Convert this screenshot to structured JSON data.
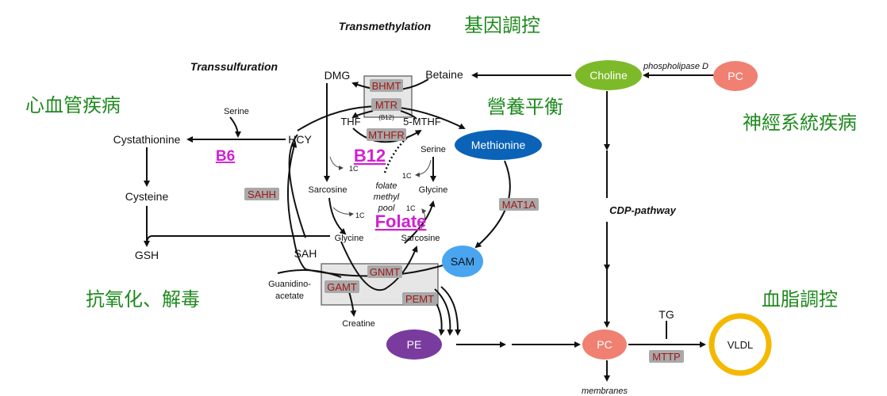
{
  "labels": {
    "transmethylation": "Transmethylation",
    "transsulfuration": "Transsulfuration",
    "cdp_pathway": "CDP-pathway",
    "phospholipase_d": "phospholipase D",
    "membranes": "membranes"
  },
  "categories": {
    "gene_regulation": "基因調控",
    "cardiovascular": "心血管疾病",
    "nutrition": "營養平衡",
    "nervous_system": "神經系統疾病",
    "antioxidant": "抗氧化、解毒",
    "lipid_regulation": "血脂調控"
  },
  "metabolites": {
    "dmg": "DMG",
    "betaine": "Betaine",
    "thf": "THF",
    "mthf": "5-MTHF",
    "b12_sub": "(B12)",
    "serine_left": "Serine",
    "cystathionine": "Cystathionine",
    "hcy": "HCY",
    "cysteine": "Cysteine",
    "gsh": "GSH",
    "sah": "SAH",
    "serine_inner": "Serine",
    "glycine_inner": "Glycine",
    "sarcosine_inner": "Sarcosine",
    "glycine_bottom": "Glycine",
    "sarcosine_bottom": "Sarcosine",
    "one_c": "1C",
    "pool1": "folate",
    "pool2": "methyl",
    "pool3": "pool",
    "guanidino1": "Guanidino-",
    "guanidino2": "acetate",
    "creatine": "Creatine",
    "tg": "TG"
  },
  "nodes": {
    "choline": "Choline",
    "pc_top": "PC",
    "methionine": "Methionine",
    "sam": "SAM",
    "pe": "PE",
    "pc_bottom": "PC",
    "vldl": "VLDL"
  },
  "enzymes": {
    "bhmt": "BHMT",
    "mtr": "MTR",
    "mthfr": "MTHFR",
    "sahh": "SAHH",
    "mat1a": "MAT1A",
    "gnmt": "GNMT",
    "gamt": "GAMT",
    "pemt": "PEMT",
    "mttp": "MTTP"
  },
  "vitamins": {
    "b6": "B6",
    "b12": "B12",
    "folate": "Folate"
  },
  "colors": {
    "choline": "#7dba2a",
    "pc": "#f08072",
    "methionine": "#0b63b8",
    "sam": "#4aa5f0",
    "pe": "#7a3b9e",
    "vldl_ring": "#f5b800",
    "category_text": "#1f8a1f",
    "vitamin_text": "#d21fd2",
    "enzyme_text": "#a01818",
    "enzyme_bg": "#a9a9a9"
  }
}
